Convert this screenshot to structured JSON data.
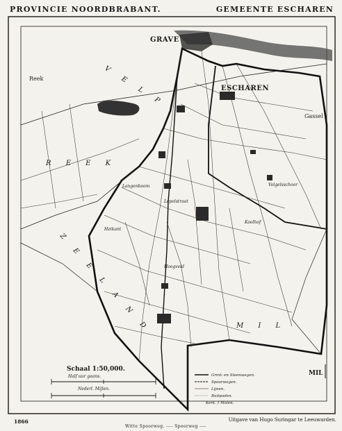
{
  "header": {
    "province": "PROVINCIE NOORDBRABANT.",
    "municipality": "GEMEENTE ESCHAREN"
  },
  "labels": {
    "grave": "GRAVE",
    "escharen": "ESCHAREN",
    "reek": "Reek",
    "gassel": "Gassel",
    "velp": "V E L P",
    "reek_region": "R E E K",
    "zeeland": "Z E E L A N D",
    "mill": "M I L",
    "mill_corner": "MIL",
    "langenboom": "Langenboom",
    "lepelstraat": "Lepelstraat",
    "heikant": "Heikant",
    "koolhof": "Koolhof",
    "hoogveld": "Hoogveld",
    "volgelsschoor": "Volgelsschoor"
  },
  "legend": {
    "scale": "Schaal 1:50,000.",
    "scale_note": "Half uur gaans.",
    "scale_note2": "Nederl. Mijlen.",
    "rows": [
      "Grint- en Steenwegen.",
      "Spoorwegen.",
      "Lijnen.",
      "Buitpaden.",
      "Kerk.  † Molen."
    ]
  },
  "footer": {
    "year": "1866",
    "publisher": "Uitgave van Hugo Suringar te Leeuwarden.",
    "center": "Witte Spoorweg. ---- Spoorweg ----"
  },
  "colors": {
    "paper": "#f4f2ec",
    "ink": "#1a1a1a",
    "river": "#4a4a4a"
  }
}
